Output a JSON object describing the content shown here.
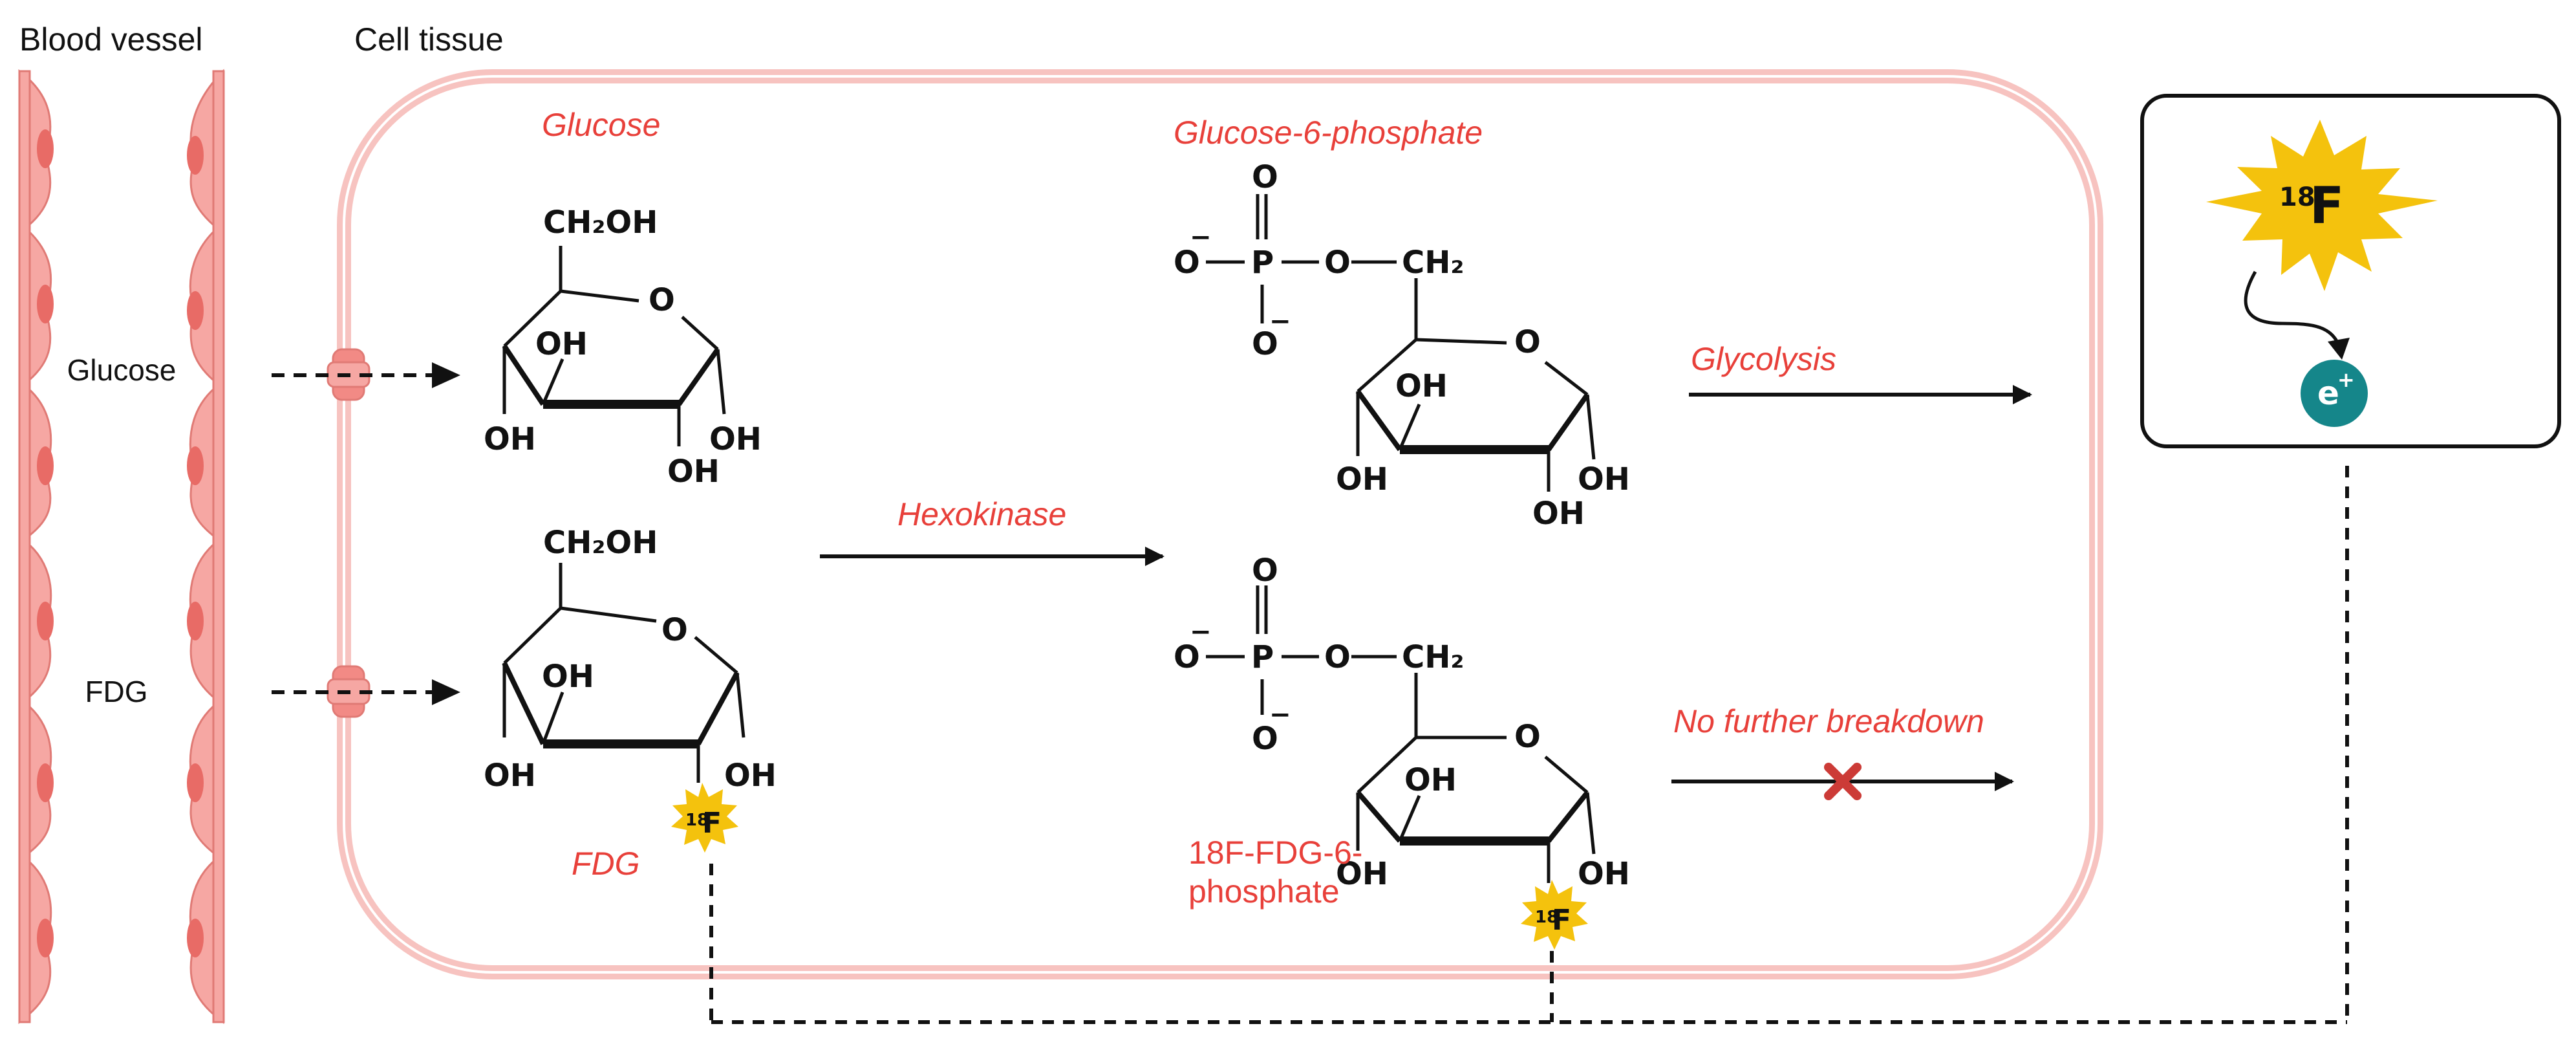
{
  "headers": {
    "blood_vessel": "Blood vessel",
    "cell_tissue": "Cell tissue"
  },
  "vessel_labels": {
    "glucose": "Glucose",
    "fdg": "FDG"
  },
  "molecules": {
    "glucose": {
      "name": "Glucose",
      "ch2oh": "CH₂OH",
      "o_ring": "O",
      "oh_upper": "OH",
      "oh_left": "OH",
      "oh_right": "OH",
      "oh_bottom": "OH"
    },
    "fdg": {
      "name": "FDG",
      "ch2oh": "CH₂OH",
      "o_ring": "O",
      "oh_upper": "OH",
      "oh_left": "OH",
      "oh_right": "OH",
      "badge_mass": "18",
      "badge_symbol": "F"
    },
    "g6p": {
      "name": "Glucose-6-phosphate",
      "o_top": "O",
      "o_left": "O",
      "o_left_charge": "−",
      "p": "P",
      "o_bridge": "O",
      "ch2": "CH₂",
      "o_bottom": "O",
      "o_bottom_charge": "−",
      "o_ring": "O",
      "oh_upper": "OH",
      "oh_left": "OH",
      "oh_right": "OH",
      "oh_bottom": "OH"
    },
    "fdg6p": {
      "name_line1": "18F-FDG-6-",
      "name_line2": "phosphate",
      "o_top": "O",
      "o_left": "O",
      "o_left_charge": "−",
      "p": "P",
      "o_bridge": "O",
      "ch2": "CH₂",
      "o_bottom": "O",
      "o_bottom_charge": "−",
      "o_ring": "O",
      "oh_upper": "OH",
      "oh_left": "OH",
      "oh_right": "OH",
      "badge_mass": "18",
      "badge_symbol": "F"
    }
  },
  "arrows": {
    "hexokinase": "Hexokinase",
    "glycolysis": "Glycolysis",
    "no_breakdown": "No further breakdown"
  },
  "emission_box": {
    "mass": "18",
    "symbol": "F",
    "positron": "e",
    "positron_charge": "+"
  },
  "colors": {
    "label_red": "#e8403a",
    "vessel_fill": "#f6a7a3",
    "vessel_edge": "#e07a75",
    "nucleus": "#e86b66",
    "membrane": "#f7c3c0",
    "badge_yellow": "#f4c20d",
    "positron_teal": "#15868a",
    "cross_red": "#cc3b37",
    "ink": "#111111"
  }
}
